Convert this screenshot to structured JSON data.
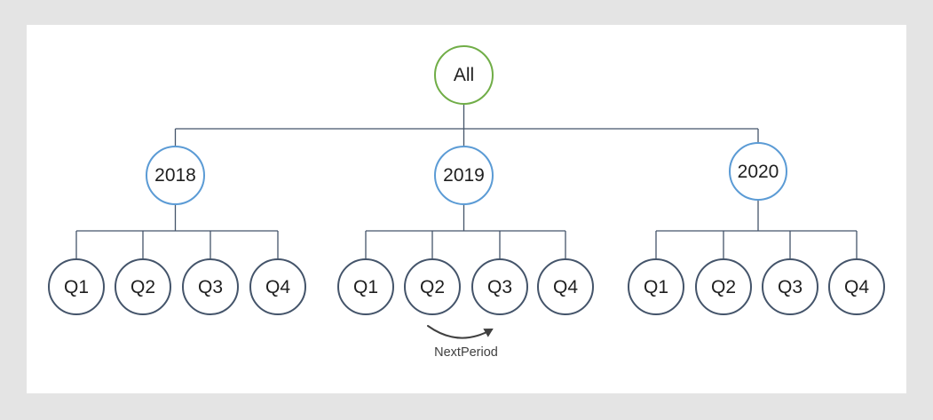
{
  "diagram": {
    "root": {
      "label": "All"
    },
    "years": [
      {
        "label": "2018",
        "quarters": [
          "Q1",
          "Q2",
          "Q3",
          "Q4"
        ]
      },
      {
        "label": "2019",
        "quarters": [
          "Q1",
          "Q2",
          "Q3",
          "Q4"
        ]
      },
      {
        "label": "2020",
        "quarters": [
          "Q1",
          "Q2",
          "Q3",
          "Q4"
        ]
      }
    ],
    "annotation": {
      "label": "NextPeriod",
      "from": "Q2",
      "to": "Q3",
      "under_year": "2019"
    }
  },
  "colors": {
    "page_background": "#e4e4e4",
    "panel_background": "#ffffff",
    "root_circle_stroke": "#70ad47",
    "year_circle_stroke": "#5b9bd5",
    "quarter_circle_stroke": "#44546a",
    "connector_line": "#44546a",
    "annotation_arrow": "#404040",
    "label_text": "#1f1f1f"
  }
}
